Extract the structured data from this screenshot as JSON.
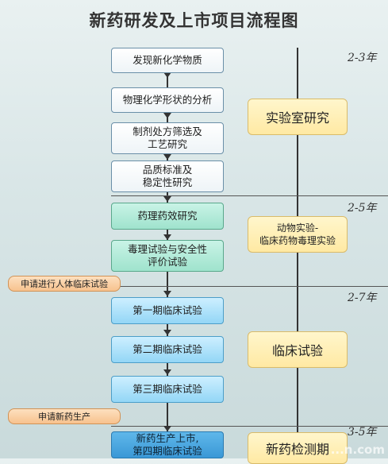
{
  "title": "新药研发及上市项目流程图",
  "steps": [
    {
      "label": "发现新化学物质"
    },
    {
      "label": "物理化学形状的分析"
    },
    {
      "label": "制剂处方筛选及\n工艺研究"
    },
    {
      "label": "品质标准及\n稳定性研究"
    },
    {
      "label": "药理药效研究"
    },
    {
      "label": "毒理试验与安全性\n评价试验"
    },
    {
      "label": "第一期临床试验"
    },
    {
      "label": "第二期临床试验"
    },
    {
      "label": "第三期临床试验"
    },
    {
      "label": "新药生产上市,\n第四期临床试验"
    }
  ],
  "phases": [
    {
      "label": "实验室研究",
      "duration": "2-3年"
    },
    {
      "label": "动物实验-\n临床药物毒理实验",
      "duration": "2-5年"
    },
    {
      "label": "临床试验",
      "duration": "2-7年"
    },
    {
      "label": "新药检测期",
      "duration": "3-5年"
    }
  ],
  "applications": [
    {
      "label": "申请进行人体临床试验"
    },
    {
      "label": "申请新药生产"
    }
  ],
  "watermark": "...n.com"
}
